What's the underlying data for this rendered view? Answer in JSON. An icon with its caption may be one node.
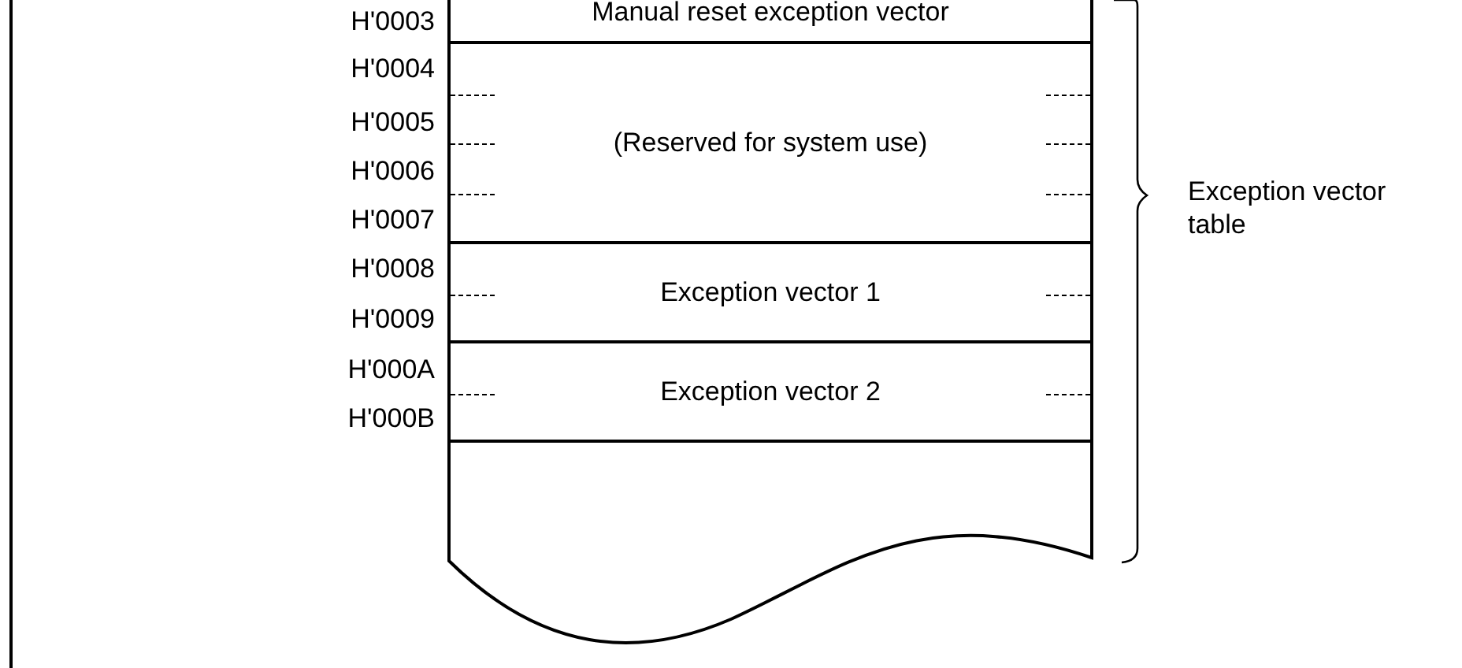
{
  "diagram": {
    "nodes": [
      {
        "text": [
          "Manual reset exception vector"
        ]
      },
      {
        "text": [
          "(Reserved for system use)"
        ]
      },
      {
        "text": [
          "Exception vector 1"
        ]
      },
      {
        "text": [
          "Exception vector 2"
        ]
      },
      {
        "text": [],
        "shape": "box"
      }
    ],
    "labels": [
      "H'0003",
      "H'0004",
      "H'0005",
      "H'0006",
      "H'0007",
      "H'0008",
      "H'0009",
      "H'000A",
      "H'000B",
      "Exception vector table"
    ]
  }
}
